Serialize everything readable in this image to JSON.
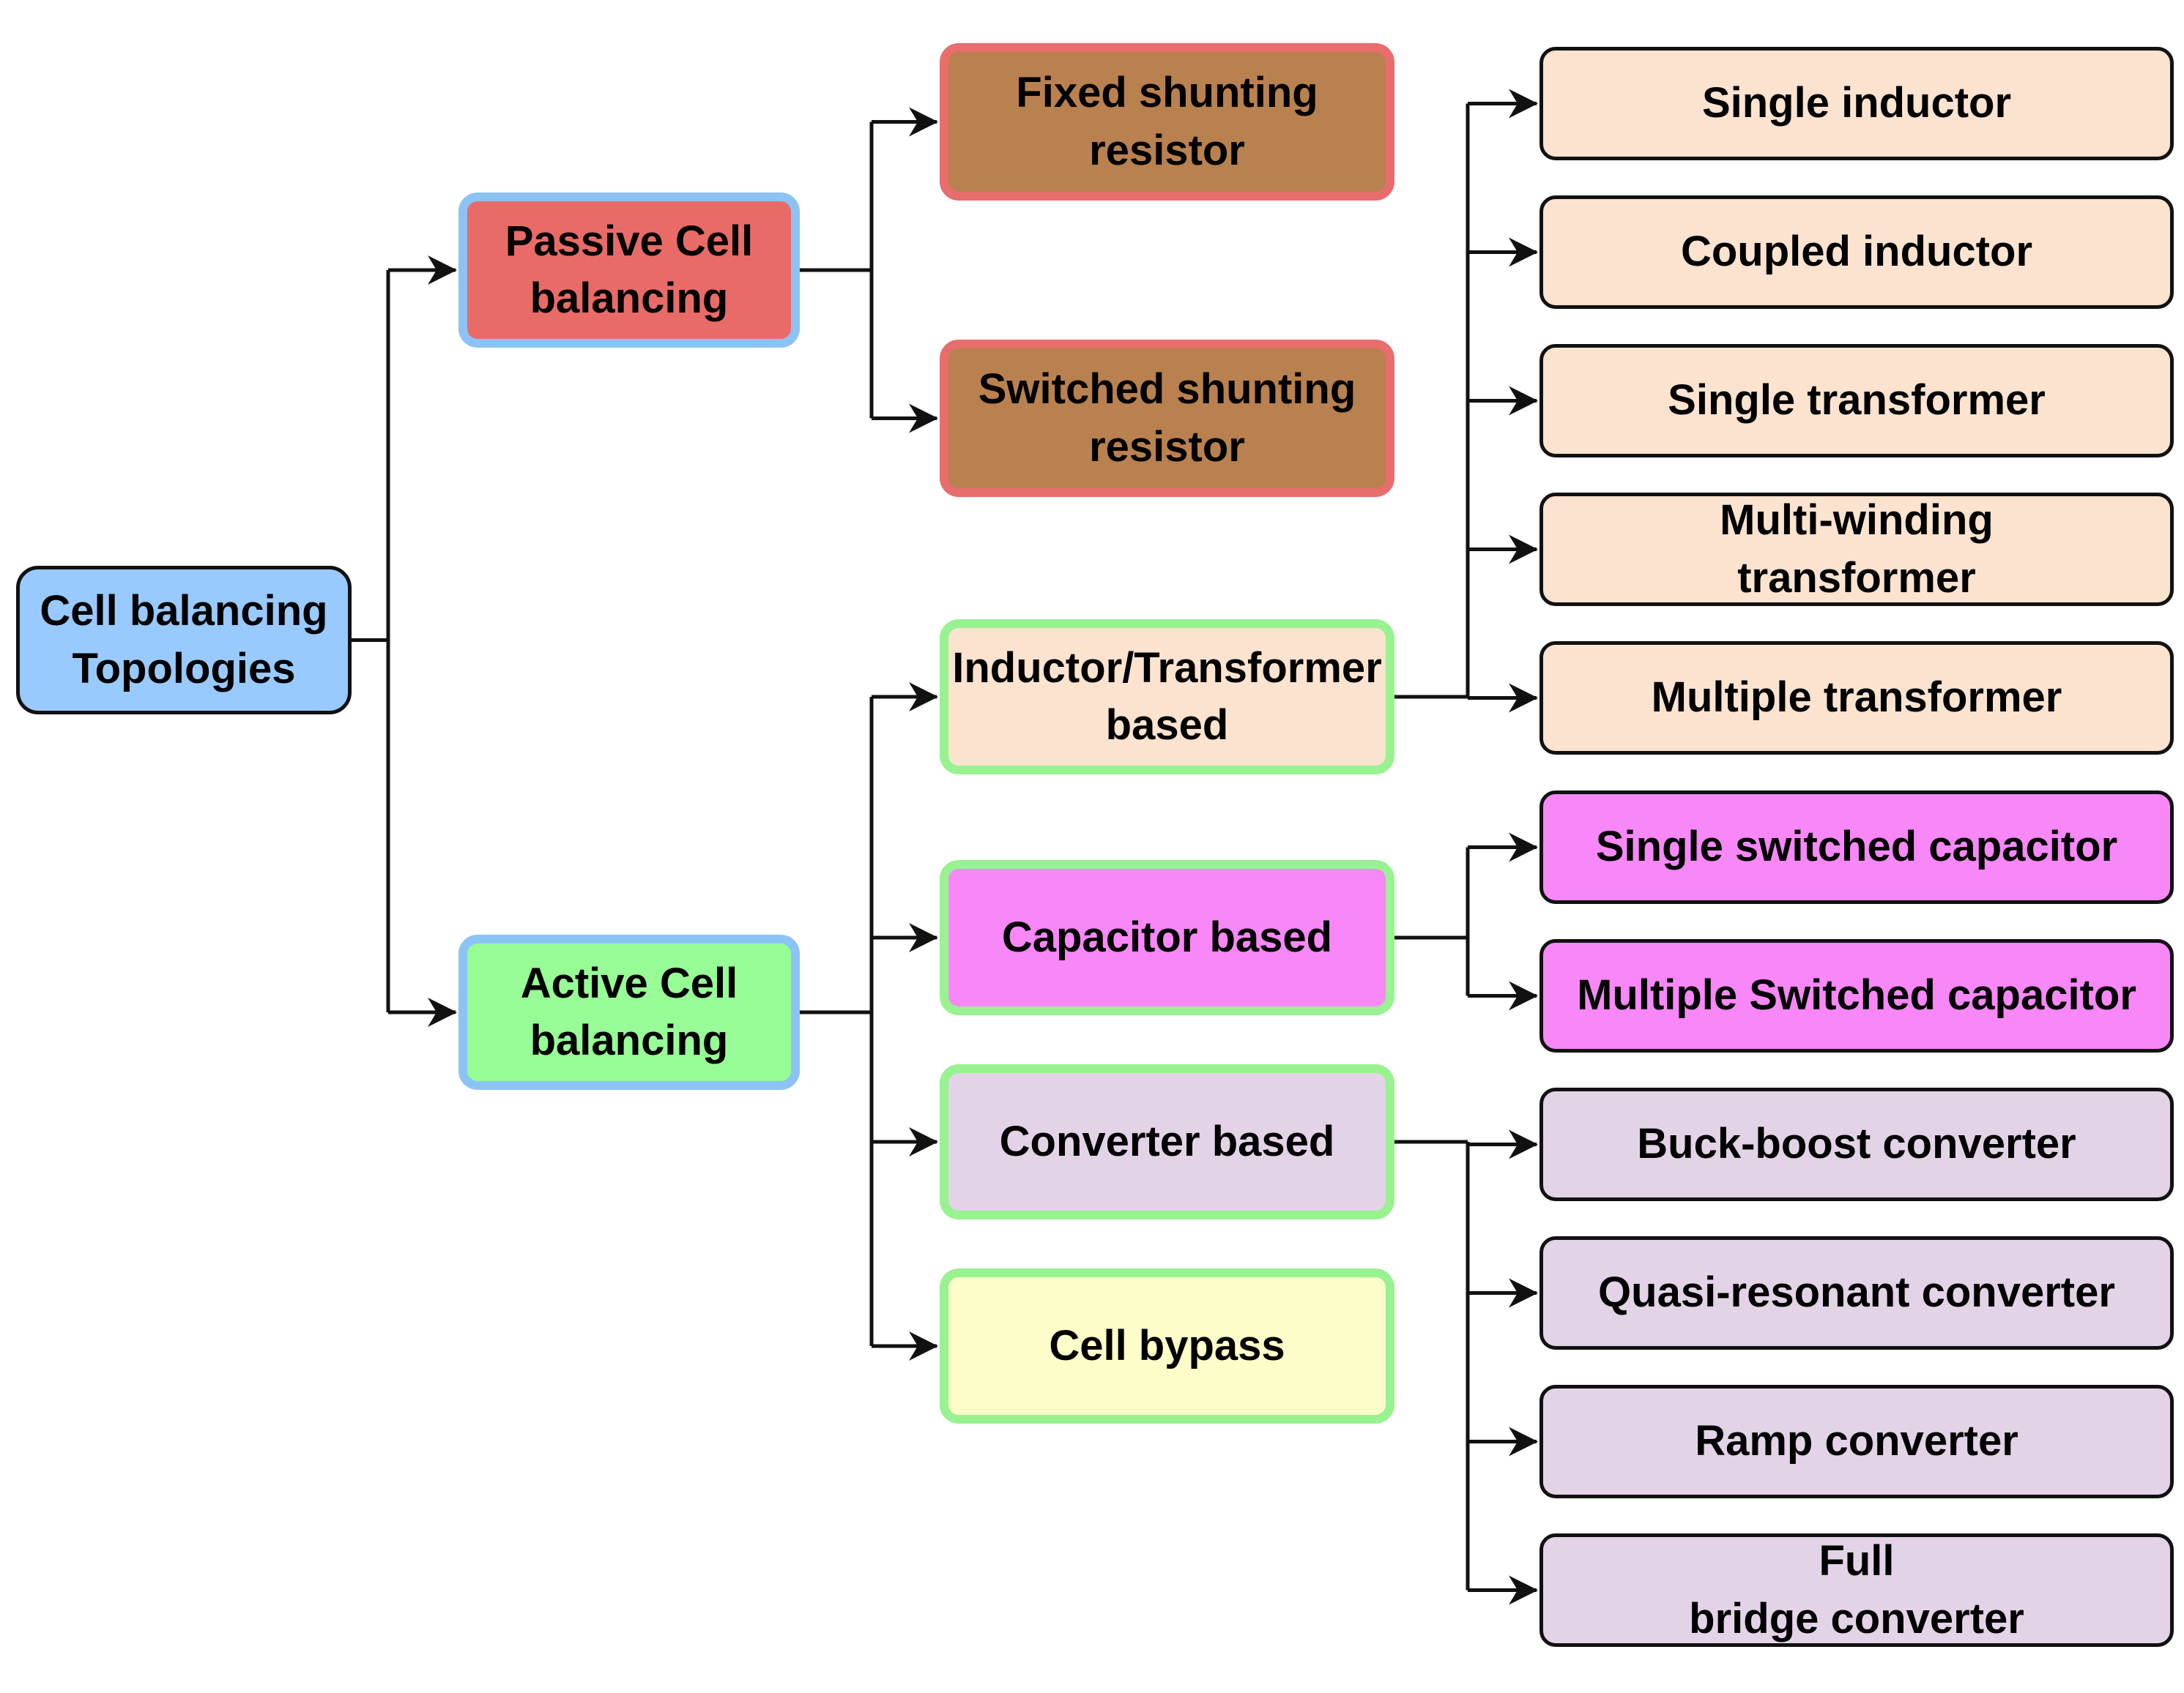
{
  "diagram": {
    "root": {
      "label": "Cell balancing\nTopologies",
      "fill": "#98caff"
    },
    "passive": {
      "label": "Passive Cell\nbalancing",
      "fill": "#e96b68",
      "border": "#8cc3f5",
      "children": {
        "fixed": {
          "label": "Fixed shunting\nresistor",
          "fill": "#b9814f"
        },
        "switched": {
          "label": "Switched shunting\nresistor",
          "fill": "#b9814f"
        }
      }
    },
    "active": {
      "label": "Active Cell\nbalancing",
      "fill": "#97fb96",
      "border": "#8cc3f5",
      "children": {
        "inductor": {
          "label": "Inductor/Transformer\nbased",
          "fill": "#fce3cf",
          "items": [
            "Single inductor",
            "Coupled inductor",
            "Single transformer",
            "Multi-winding\ntransformer",
            "Multiple transformer"
          ]
        },
        "capacitor": {
          "label": "Capacitor based",
          "fill": "#f887f8",
          "items": [
            "Single switched capacitor",
            "Multiple Switched capacitor"
          ]
        },
        "converter": {
          "label": "Converter based",
          "fill": "#e2d4e6",
          "items": [
            "Buck-boost converter",
            "Quasi-resonant converter",
            "Ramp converter",
            "Full\nbridge converter"
          ]
        },
        "bypass": {
          "label": "Cell bypass",
          "fill": "#fdfdc9"
        }
      }
    },
    "colors": {
      "connector": "#111111",
      "level1_border": "#8cc3f5",
      "passive_child_border": "#e86d6d",
      "active_child_border": "#98f28f"
    }
  }
}
